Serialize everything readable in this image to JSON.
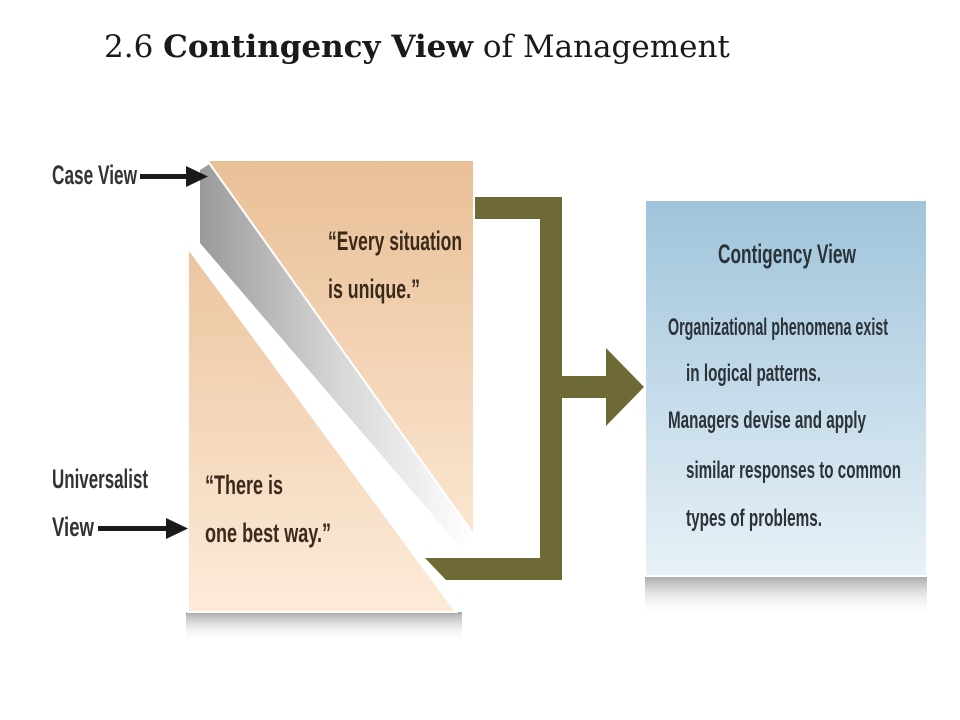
{
  "title": {
    "number": "2.6",
    "bold": "Contingency View",
    "rest": "of Management"
  },
  "labels": {
    "case_view": "Case View",
    "universalist_line1": "Universalist",
    "universalist_line2": "View"
  },
  "quotes": {
    "case_line1": "“Every situation",
    "case_line2": "is unique.”",
    "universal_line1": "“There is",
    "universal_line2": "one best way.”"
  },
  "contingency_box": {
    "heading": "Contigency View",
    "line1": "Organizational phenomena exist",
    "line2": "in logical patterns.",
    "line3": "Managers devise and apply",
    "line4": "similar responses to common",
    "line5": "types of problems."
  },
  "colors": {
    "peach_top": "#e9bf96",
    "peach_bottom": "#fbe6d1",
    "blue_top": "#a2c6dc",
    "blue_bottom": "#e6f0f6",
    "connector": "#6e6a36",
    "arrow": "#1a1a1a"
  }
}
